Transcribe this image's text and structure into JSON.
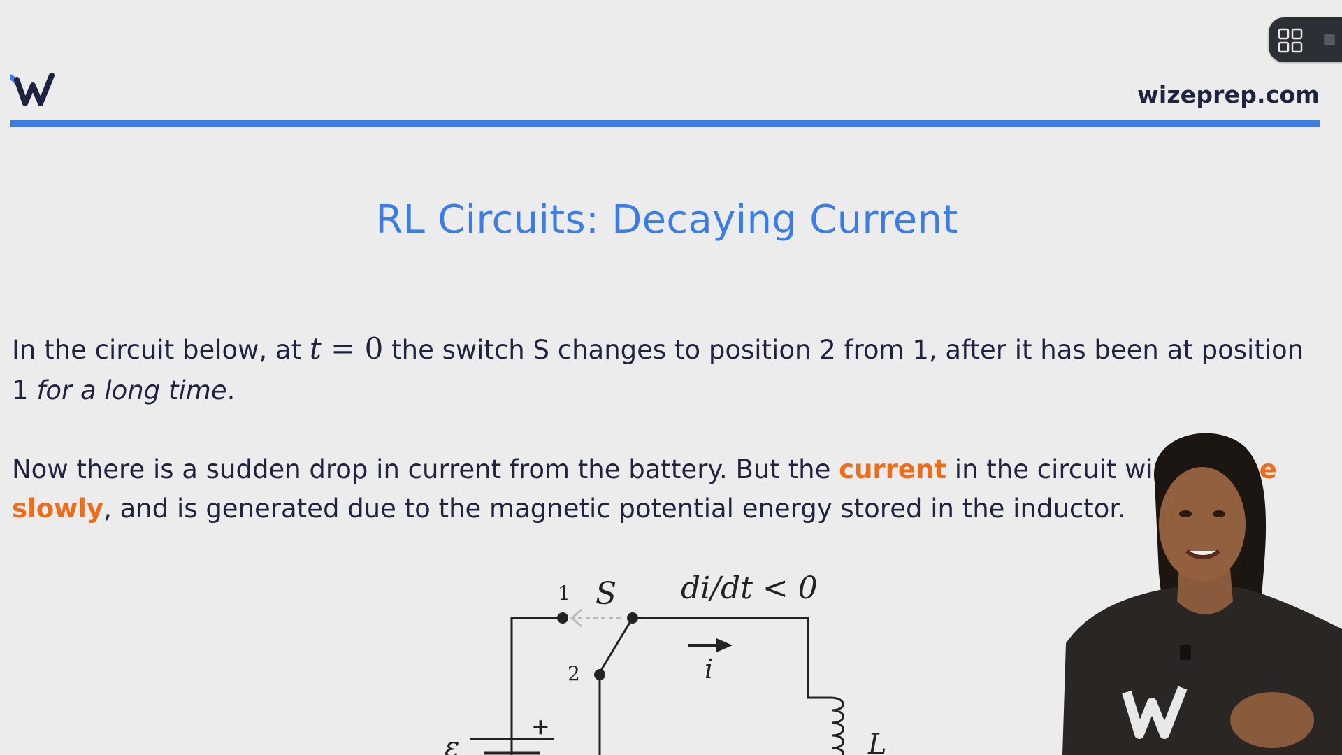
{
  "header": {
    "site_name": "wizeprep.com",
    "accent_color": "#3b7de6",
    "logo_icon": "wizeprep-w-logo-icon"
  },
  "controls": {
    "grid_icon": "grid-view-icon",
    "square_icon": "square-icon"
  },
  "title": "RL Circuits: Decaying Current",
  "paragraph1": {
    "before_math": "In the circuit below, at ",
    "math_var": "t",
    "math_rest": " = 0",
    "after_math": " the switch S changes to position 2 from 1, after it has been at position 1 ",
    "italic": "for a long time",
    "end": "."
  },
  "paragraph2": {
    "part1": "Now there is a sudden drop in current from the battery. But the ",
    "highlight1": "current",
    "part2": " in the circuit wi",
    "highlight2": "se slowly",
    "part3": ", and is generated due to the magnetic potential energy stored in the inductor.",
    "highlight_color": "#ef6c1a"
  },
  "diagram": {
    "label_1": "1",
    "label_2": "2",
    "label_switch": "S",
    "label_rate": "di/dt < 0",
    "label_current": "i",
    "label_plus": "+",
    "label_emf": "ε",
    "label_inductor": "L"
  }
}
